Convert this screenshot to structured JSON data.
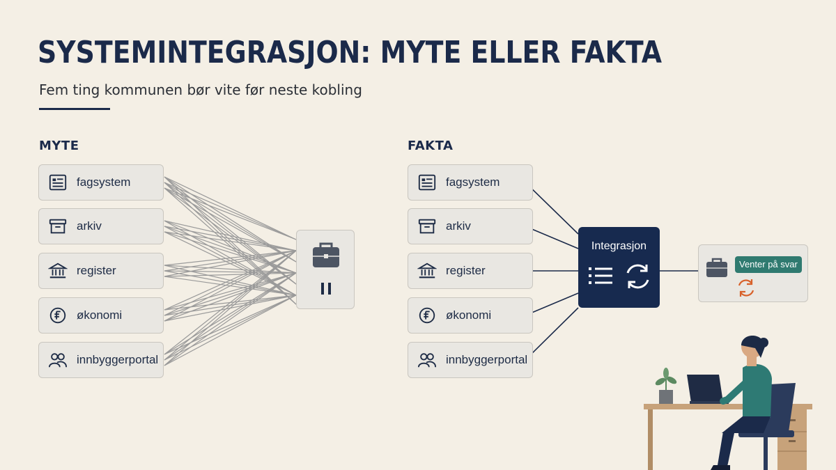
{
  "header": {
    "title": "SYSTEMINTEGRASJON: MYTE ELLER FAKTA",
    "subtitle": "Fem ting kommunen bør vite før neste kobling"
  },
  "myth": {
    "label": "MYTE",
    "systems": [
      {
        "label": "fagsystem",
        "icon": "document-list-icon"
      },
      {
        "label": "arkiv",
        "icon": "archive-box-icon"
      },
      {
        "label": "register",
        "icon": "bank-building-icon"
      },
      {
        "label": "økonomi",
        "icon": "currency-coin-icon"
      },
      {
        "label": "innbyggerportal",
        "icon": "people-icon"
      }
    ],
    "hub_icons": [
      "briefcase-icon",
      "pause-icon"
    ]
  },
  "fact": {
    "label": "FAKTA",
    "systems": [
      {
        "label": "fagsystem",
        "icon": "document-list-icon"
      },
      {
        "label": "arkiv",
        "icon": "archive-box-icon"
      },
      {
        "label": "register",
        "icon": "bank-building-icon"
      },
      {
        "label": "økonomi",
        "icon": "currency-coin-icon"
      },
      {
        "label": "innbyggerportal",
        "icon": "people-icon"
      }
    ],
    "integration_label": "Integrasjon",
    "integration_icons": [
      "list-icon",
      "sync-icon"
    ],
    "status_badge": "Venter på svar",
    "status_icons": [
      "briefcase-icon",
      "sync-icon"
    ]
  },
  "colors": {
    "background": "#f4efe5",
    "navy": "#172a4f",
    "badge_teal": "#2f7a70",
    "sync_orange": "#d8612a",
    "line_gray": "#9a9a9a"
  }
}
